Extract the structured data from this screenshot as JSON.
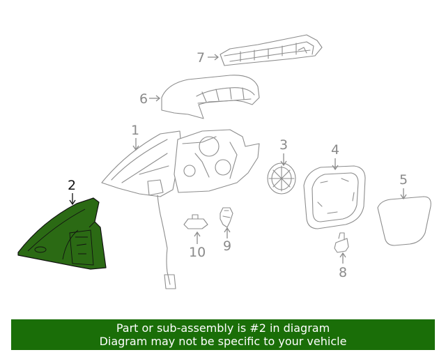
{
  "callouts": [
    {
      "id": "1",
      "label": "1"
    },
    {
      "id": "2",
      "label": "2"
    },
    {
      "id": "3",
      "label": "3"
    },
    {
      "id": "4",
      "label": "4"
    },
    {
      "id": "5",
      "label": "5"
    },
    {
      "id": "6",
      "label": "6"
    },
    {
      "id": "7",
      "label": "7"
    },
    {
      "id": "8",
      "label": "8"
    },
    {
      "id": "9",
      "label": "9"
    },
    {
      "id": "10",
      "label": "10"
    }
  ],
  "highlighted_part": "2",
  "colors": {
    "highlight_fill": "#2b6a14",
    "banner_bg": "#1a6e08",
    "line": "#8c8c8c"
  },
  "banner": {
    "line1": "Part or sub-assembly is #2 in diagram",
    "line2": "Diagram may not be specific to your vehicle"
  }
}
